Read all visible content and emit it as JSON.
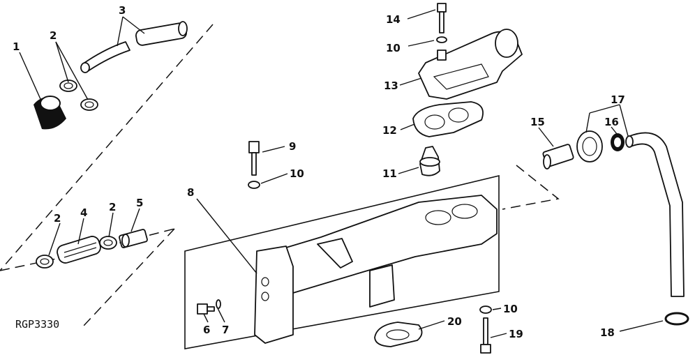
{
  "figure_id": "RGP3330",
  "callouts": {
    "c1": "1",
    "c2a": "2",
    "c2b": "2",
    "c2c": "2",
    "c3": "3",
    "c4": "4",
    "c5": "5",
    "c6": "6",
    "c7": "7",
    "c8": "8",
    "c9": "9",
    "c10a": "10",
    "c10b": "10",
    "c10c": "10",
    "c11": "11",
    "c12": "12",
    "c13": "13",
    "c14": "14",
    "c15": "15",
    "c16": "16",
    "c17": "17",
    "c18": "18",
    "c19": "19",
    "c20": "20"
  }
}
